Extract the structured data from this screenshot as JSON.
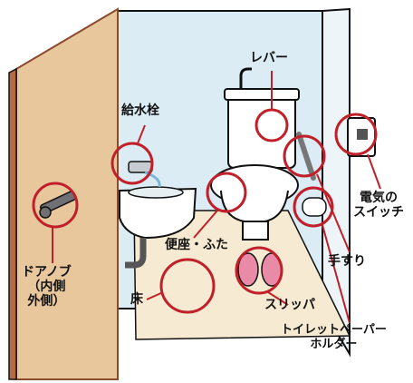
{
  "labels": {
    "lever": "レバー",
    "water_valve": "給水栓",
    "light_switch_line1": "電気の",
    "light_switch_line2": "スイッチ",
    "door_knob_line1": "ドアノブ",
    "door_knob_line2": "（内側",
    "door_knob_line3": "外側）",
    "seat_lid": "便座・ふた",
    "handrail": "手すり",
    "floor": "床",
    "slippers": "スリッパ",
    "paper_holder_line1": "トイレットペーパー",
    "paper_holder_line2": "ホルダー"
  },
  "colors": {
    "highlight_ring": "#c0202a",
    "door": "#e9c79d",
    "door_edge": "#8a4a2c",
    "wall": "#dcecf4",
    "floor": "#f7ead2",
    "fixture": "#ffffff",
    "slipper": "#e98aa6"
  }
}
